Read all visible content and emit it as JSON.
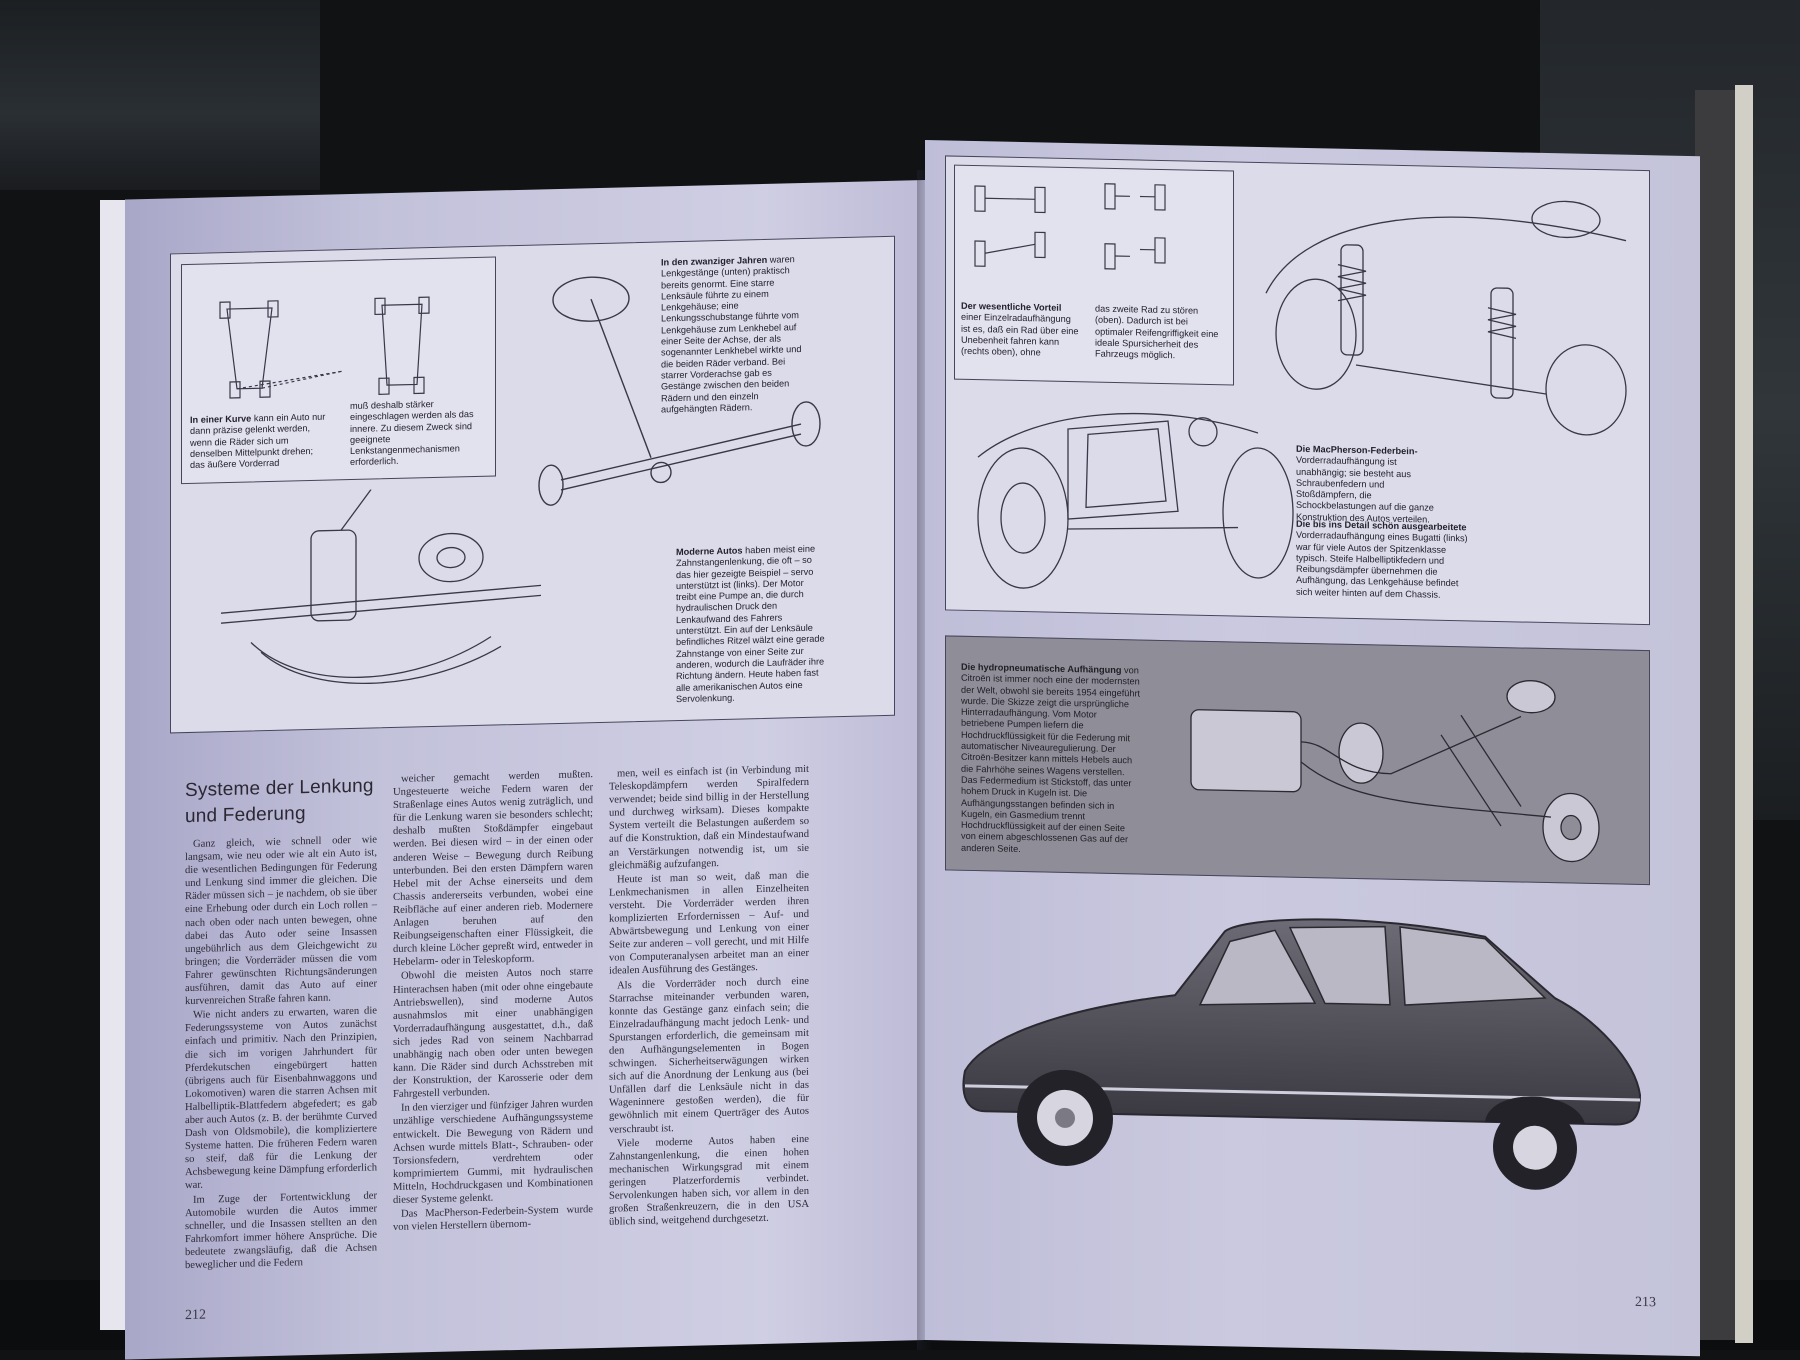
{
  "page_left": {
    "number": "212",
    "heading_line1": "Systeme der Lenkung",
    "heading_line2": "und Federung",
    "caption_curve": {
      "bold": "In einer Kurve",
      "text": "kann ein Auto nur dann präzise gelenkt werden, wenn die Räder sich um denselben Mittelpunkt drehen; das äußere Vorderrad"
    },
    "caption_curve_2": "muß deshalb stärker eingeschlagen werden als das innere. Zu diesem Zweck sind geeignete Lenkstangenmechanismen erforderlich.",
    "caption_twenties": {
      "bold": "In den zwanziger Jahren",
      "text": "waren Lenkgestänge (unten) praktisch bereits genormt. Eine starre Lenksäule führte zu einem Lenkgehäuse; eine Lenkungsschubstange führte vom Lenkgehäuse zum Lenkhebel auf einer Seite der Achse, der als sogenannter Lenkhebel wirkte und die beiden Räder verband. Bei starrer Vorderachse gab es Gestänge zwischen den beiden Rädern und den einzeln aufgehängten Rädern."
    },
    "caption_modern": {
      "bold": "Moderne Autos",
      "text": "haben meist eine Zahnstangenlenkung, die oft – so das hier gezeigte Beispiel – servo unterstützt ist (links). Der Motor treibt eine Pumpe an, die durch hydraulischen Druck den Lenkaufwand des Fahrers unterstützt. Ein auf der Lenksäule befindliches Ritzel wälzt eine gerade Zahnstange von einer Seite zur anderen, wodurch die Laufräder ihre Richtung ändern. Heute haben fast alle amerikanischen Autos eine Servolenkung."
    },
    "col1": [
      "Ganz gleich, wie schnell oder wie langsam, wie neu oder wie alt ein Auto ist, die wesentlichen Bedingungen für Federung und Lenkung sind immer die gleichen. Die Räder müssen sich – je nachdem, ob sie über eine Erhebung oder durch ein Loch rollen – nach oben oder nach unten bewegen, ohne dabei das Auto oder seine Insassen ungebührlich aus dem Gleichgewicht zu bringen; die Vorderräder müssen die vom Fahrer gewünschten Richtungsänderungen ausführen, damit das Auto auf einer kurvenreichen Straße fahren kann.",
      "Wie nicht anders zu erwarten, waren die Federungssysteme von Autos zunächst einfach und primitiv. Nach den Prinzipien, die sich im vorigen Jahrhundert für Pferdekutschen eingebürgert hatten (übrigens auch für Eisenbahnwaggons und Lokomotiven) waren die starren Achsen mit Halbelliptik-Blattfedern abgefedert; es gab aber auch Autos (z. B. der berühmte Curved Dash von Oldsmobile), die kompliziertere Systeme hatten. Die früheren Federn waren so steif, daß für die Lenkung der Achsbewegung keine Dämpfung erforderlich war.",
      "Im Zuge der Fortentwicklung der Automobile wurden die Autos immer schneller, und die Insassen stellten an den Fahrkomfort immer höhere Ansprüche. Die bedeutete zwangsläufig, daß die Achsen beweglicher und die Federn"
    ],
    "col2": [
      "weicher gemacht werden mußten. Ungesteuerte weiche Federn waren der Straßenlage eines Autos wenig zuträglich, und für die Lenkung waren sie besonders schlecht; deshalb mußten Stoßdämpfer eingebaut werden. Bei diesen wird – in der einen oder anderen Weise – Bewegung durch Reibung unterbunden. Bei den ersten Dämpfern waren Hebel mit der Achse einerseits und dem Chassis andererseits verbunden, wobei eine Reibfläche auf einer anderen rieb. Modernere Anlagen beruhen auf den Reibungseigenschaften einer Flüssigkeit, die durch kleine Löcher gepreßt wird, entweder in Hebelarm- oder in Teleskopform.",
      "Obwohl die meisten Autos noch starre Hinterachsen haben (mit oder ohne eingebaute Antriebswellen), sind moderne Autos ausnahmslos mit einer unabhängigen Vorderradaufhängung ausgestattet, d.h., daß sich jedes Rad von seinem Nachbarrad unabhängig nach oben oder unten bewegen kann. Die Räder sind durch Achsstreben mit der Konstruktion, der Karosserie oder dem Fahrgestell verbunden.",
      "In den vierziger und fünfziger Jahren wurden unzählige verschiedene Aufhängungssysteme entwickelt. Die Bewegung von Rädern und Achsen wurde mittels Blatt-, Schrauben- oder Torsionsfedern, verdrehtem oder komprimiertem Gummi, mit hydraulischen Mitteln, Hochdruckgasen und Kombinationen dieser Systeme gelenkt.",
      "Das MacPherson-Federbein-System wurde von vielen Herstellern übernom-"
    ],
    "col3": [
      "men, weil es einfach ist (in Verbindung mit Teleskopdämpfern werden Spiralfedern verwendet; beide sind billig in der Herstellung und durchweg wirksam). Dieses kompakte System verteilt die Belastungen außerdem so auf die Konstruktion, daß ein Mindestaufwand an Verstärkungen notwendig ist, um sie gleichmäßig aufzufangen.",
      "Heute ist man so weit, daß man die Lenkmechanismen in allen Einzelheiten versteht. Die Vorderräder werden ihren komplizierten Erfordernissen – Auf- und Abwärtsbewegung und Lenkung von einer Seite zur anderen – voll gerecht, und mit Hilfe von Computeranalysen arbeitet man an einer idealen Ausführung des Gestänges.",
      "Als die Vorderräder noch durch eine Starrachse miteinander verbunden waren, konnte das Gestänge ganz einfach sein; die Einzelradaufhängung macht jedoch Lenk- und Spurstangen erforderlich, die gemeinsam mit den Aufhängungselementen in Bogen schwingen. Sicherheitserwägungen wirken sich auf die Anordnung der Lenkung aus (bei Unfällen darf die Lenksäule nicht in das Wageninnere gestoßen werden), die für gewöhnlich mit einem Querträger des Autos verschraubt ist.",
      "Viele moderne Autos haben eine Zahnstangenlenkung, die einen hohen mechanischen Wirkungsgrad mit einem geringen Platzerfordernis verbindet. Servolenkungen haben sich, vor allem in den großen Straßenkreuzern, die in den USA üblich sind, weitgehend durchgesetzt."
    ]
  },
  "page_right": {
    "number": "213",
    "caption_advantage": {
      "bold": "Der wesentliche Vorteil",
      "text": "einer Einzelradaufhängung ist es, daß ein Rad über eine Unebenheit fahren kann (rechts oben), ohne"
    },
    "caption_advantage_2": "das zweite Rad zu stören (oben). Dadurch ist bei optimaler Reifengriffigkeit eine ideale Spursicherheit des Fahrzeugs möglich.",
    "caption_macpherson": {
      "bold": "Die MacPherson-Federbein-",
      "text": "Vorderradaufhängung ist unabhängig; sie besteht aus Schraubenfedern und Stoßdämpfern, die Schockbelastungen auf die ganze Konstruktion des Autos verteilen."
    },
    "caption_bugatti": {
      "bold": "Die bis ins Detail schön ausgearbeitete",
      "text": "Vorderradaufhängung eines Bugatti (links) war für viele Autos der Spitzenklasse typisch. Steife Halbelliptikfedern und Reibungsdämpfer übernehmen die Aufhängung, das Lenkgehäuse befindet sich weiter hinten auf dem Chassis."
    },
    "caption_hydro": {
      "bold": "Die hydropneumatische Aufhängung",
      "text": "von Citroën ist immer noch eine der modernsten der Welt, obwohl sie bereits 1954 eingeführt wurde. Die Skizze zeigt die ursprüngliche Hinterradaufhängung. Vom Motor betriebene Pumpen liefern die Hochdruckflüssigkeit für die Federung mit automatischer Niveauregulierung. Der Citroën-Besitzer kann mittels Hebels auch die Fahrhöhe seines Wagens verstellen. Das Federmedium ist Stickstoff, das unter hohem Druck in Kugeln ist. Die Aufhängungsstangen befinden sich in Kugeln, ein Gasmedium trennt Hochdruckflüssigkeit auf der einen Seite von einem abgeschlossenen Gas auf der anderen Seite."
    }
  }
}
